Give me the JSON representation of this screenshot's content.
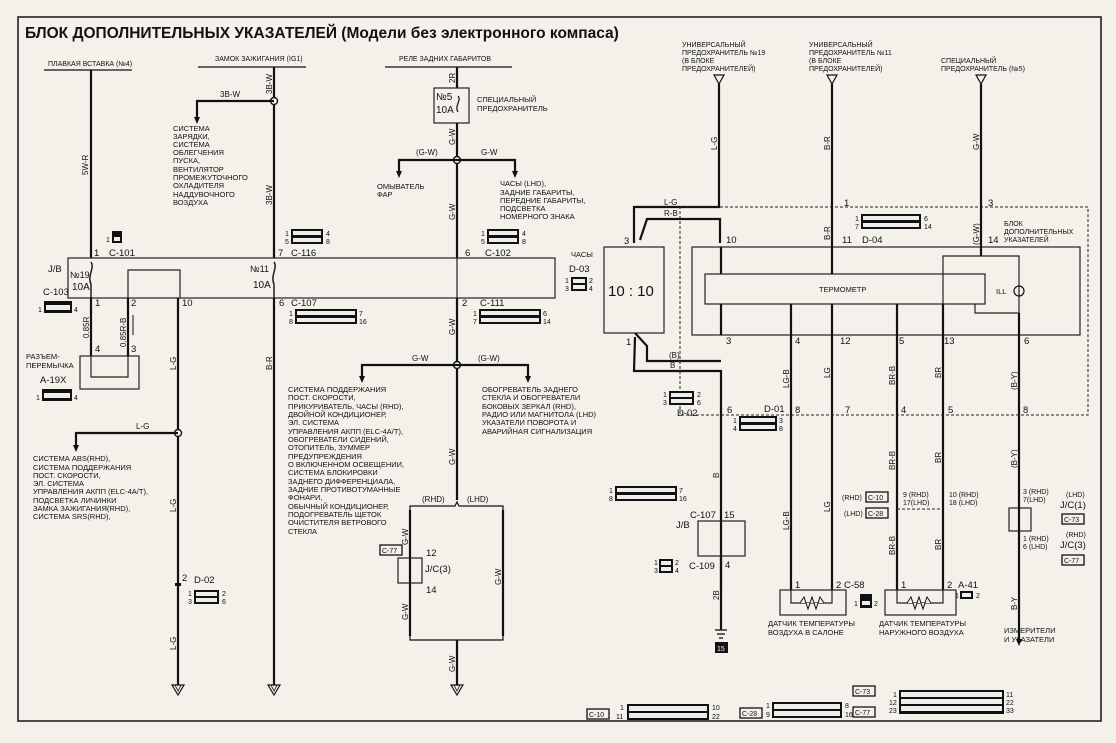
{
  "title": "БЛОК ДОПОЛНИТЕЛЬНЫХ УКАЗАТЕЛЕЙ (Модели без электронного компаса)",
  "sources": {
    "fusible_link": "ПЛАВКАЯ ВСТАВКА (№4)",
    "ignition_switch": "ЗАМОК ЗАЖИГАНИЯ (IG1)",
    "tail_relay": "РЕЛЕ ЗАДНИХ ГАБАРИТОВ",
    "fuse19": [
      "УНИВЕРСАЛЬНЫЙ",
      "ПРЕДОХРАНИТЕЛЬ №19",
      "(В БЛОКЕ",
      "ПРЕДОХРАНИТЕЛЕЙ)"
    ],
    "fuse11": [
      "УНИВЕРСАЛЬНЫЙ",
      "ПРЕДОХРАНИТЕЛЬ №11",
      "(В БЛОКЕ",
      "ПРЕДОХРАНИТЕЛЕЙ)"
    ],
    "special_fuse5": [
      "СПЕЦИАЛЬНЫЙ",
      "ПРЕДОХРАНИТЕЛЬ (№5)"
    ]
  },
  "wires": {
    "w5wr": "5W-R",
    "w3bw_a": "3B-W",
    "w3bw_b": "3B-W",
    "w3bw_c": "3B-W",
    "w2r": "2R",
    "gw_1": "G-W",
    "gw_2": "(G-W)",
    "gw_3": "G-W",
    "gw_4": "G-W",
    "gw_5": "G-W",
    "gw_6": "(G-W)",
    "gw_7": "G-W",
    "gw_8": "G-W",
    "gw_9": "G-W",
    "gw_10": "G-W",
    "gw_11": "G-W",
    "w085r": "0.85R",
    "w085rb": "0.85R-B",
    "lg_1": "L-G",
    "lg_2": "L-G",
    "lg_3": "L-G",
    "lg_4": "L-G",
    "br_1": "B-R",
    "lg_top": "L-G",
    "rb_top": "R-B",
    "b_paren": "(B)",
    "b": "B",
    "b2": "B",
    "w2b": "2B",
    "br_top": "B-R",
    "gw_paren": "(G-W)",
    "lgb_1": "LG-B",
    "lgb_2": "LG-B",
    "lg_s1": "LG",
    "lg_s2": "LG",
    "brb_1": "BR-B",
    "brb_2": "BR-B",
    "br_s1": "BR",
    "br_s2": "BR",
    "by_1": "(B-Y)",
    "by_2": "(B-Y)",
    "by_3": "B-Y",
    "rhd": "(RHD)",
    "lhd": "(LHD)"
  },
  "connectors": {
    "c101": "C-101",
    "c116": "C-116",
    "c102": "C-102",
    "c103": "C-103",
    "c107": "C-107",
    "c111": "C-111",
    "a19x": "A-19X",
    "d02": "D-02",
    "d02b": "D-02",
    "d03": "D-03",
    "d04": "D-04",
    "d01": "D-01",
    "c107b": "C-107",
    "c109": "C-109",
    "c58": "C-58",
    "a41": "A-41",
    "c10": "C-10",
    "c28": "C-28",
    "c77": "C-77",
    "c73": "C-73",
    "c77b": "C-77",
    "jb1": "J/B",
    "jb2": "J/B",
    "jc3": "J/C(3)",
    "jc1": "J/C(1)",
    "jc3b": "J/C(3)",
    "ground": "15"
  },
  "fuses": {
    "f19": "№19",
    "f19a": "10A",
    "f11": "№11",
    "f11a": "10A",
    "f5": "№5",
    "f5a": "10A"
  },
  "components": {
    "special_fuse_label": [
      "СПЕЦИАЛЬНЫЙ",
      "ПРЕДОХРАНИТЕЛЬ"
    ],
    "jumper_label": [
      "РАЗЪЕМ-",
      "ПЕРЕМЫЧКА"
    ],
    "clock_label": "ЧАСЫ",
    "clock_display": "10 : 10",
    "thermometer": "ТЕРМОМЕТР",
    "ill": "ILL",
    "unit_label": [
      "БЛОК",
      "ДОПОЛНИТЕЛЬНЫХ",
      "УКАЗАТЕЛЕЙ"
    ],
    "cabin_sensor": [
      "ДАТЧИК ТЕМПЕРАТУРЫ",
      "ВОЗДУХА В САЛОНЕ"
    ],
    "outside_sensor": [
      "ДАТЧИК ТЕМПЕРАТУРЫ",
      "НАРУЖНОГО ВОЗДУХА"
    ],
    "gauges": [
      "ИЗМЕРИТЕЛИ",
      "И УКАЗАТЕЛИ"
    ]
  },
  "destinations": {
    "ign_branch": [
      "СИСТЕМА",
      "ЗАРЯДКИ,",
      "СИСТЕМА",
      "ОБЛЕГЧЕНИЯ",
      "ПУСКА,",
      "ВЕНТИЛЯТОР",
      "ПРОМЕЖУТОЧНОГО",
      "ОХЛАДИТЕЛЯ",
      "НАДДУВОЧНОГО",
      "ВОЗДУХА"
    ],
    "washer": [
      "ОМЫВАТЕЛЬ",
      "ФАР"
    ],
    "tail_branch": [
      "ЧАСЫ (LHD),",
      "ЗАДНИЕ ГАБАРИТЫ,",
      "ПЕРЕДНИЕ ГАБАРИТЫ,",
      "ПОДСВЕТКА",
      "НОМЕРНОГО ЗНАКА"
    ],
    "lg_branch": [
      "СИСТЕМА ABS(RHD),",
      "СИСТЕМА ПОДДЕРЖАНИЯ",
      "ПОСТ. СКОРОСТИ,",
      "ЭЛ. СИСТЕМА",
      "УПРАВЛЕНИЯ АКПП (ELC-4A/T),",
      "ПОДСВЕТКА ЛИЧИНКИ",
      "ЗАМКА ЗАЖИГАНИЯ(RHD),",
      "СИСТЕМА SRS(RHD),"
    ],
    "gw_left": [
      "СИСТЕМА ПОДДЕРЖАНИЯ",
      "ПОСТ. СКОРОСТИ,",
      "ПРИКУРИВАТЕЛЬ, ЧАСЫ (RHD),",
      "ДВОЙНОЙ КОНДИЦИОНЕР,",
      "ЭЛ. СИСТЕМА",
      "УПРАВЛЕНИЯ АКПП (ELC-4A/T),",
      "ОБОГРЕВАТЕЛИ СИДЕНИЙ,",
      "ОТОПИТЕЛЬ, ЗУММЕР",
      "ПРЕДУПРЕЖДЕНИЯ",
      "О ВКЛЮЧЕННОМ ОСВЕЩЕНИИ,",
      "СИСТЕМА БЛОКИРОВКИ",
      "ЗАДНЕГО ДИФФЕРЕНЦИАЛА,",
      "ЗАДНИЕ ПРОТИВОТУМАННЫЕ",
      "ФОНАРИ,",
      "ОБЫЧНЫЙ КОНДИЦИОНЕР,",
      "ПОДОГРЕВАТЕЛЬ ЩЕТОК",
      "ОЧИСТИТЕЛЯ ВЕТРОВОГО",
      "СТЕКЛА"
    ],
    "gw_right": [
      "ОБОГРЕВАТЕЛЬ ЗАДНЕГО",
      "СТЕКЛА И ОБОГРЕВАТЕЛИ",
      "БОКОВЫХ ЗЕРКАЛ (RHD),",
      "РАДИО ИЛИ МАГНИТОЛА (LHD)",
      "УКАЗАТЕЛИ ПОВОРОТА И",
      "АВАРИЙНАЯ СИГНАЛИЗАЦИЯ"
    ]
  },
  "pins": {
    "p1": "1",
    "p7": "7",
    "p6": "6",
    "p1b": "1",
    "p2": "2",
    "p10": "10",
    "p6b": "6",
    "p2b": "2",
    "p4": "4",
    "p3": "3",
    "p2c": "2",
    "p12": "12",
    "p14": "14",
    "clk3": "3",
    "clk1": "1",
    "u10": "10",
    "u11": "11",
    "u14": "14",
    "u1": "1",
    "u3": "3",
    "b3": "3",
    "b4": "4",
    "b12": "12",
    "b5": "5",
    "b13": "13",
    "b6": "6",
    "d6": "6",
    "d8": "8",
    "d7": "7",
    "d4": "4",
    "d5": "5",
    "d8b": "8",
    "j15": "15",
    "j4": "4",
    "s1": "1",
    "s2": "2",
    "o1": "1",
    "o2": "2",
    "rhd9": "9 (RHD)",
    "lhd17": "17(LHD)",
    "rhd10": "10 (RHD)",
    "lhd18": "18 (LHD)",
    "rhd3": "3 (RHD)",
    "lhd7": "7(LHD)",
    "rhd1": "1 (RHD)",
    "lhd6": "6 (LHD)",
    "rhdc10": "(RHD)",
    "lhdc28": "(LHD)",
    "lhdjc1": "(LHD)",
    "rhdjc3": "(RHD)"
  },
  "connector_pin_ranges": {
    "c101": [
      "1"
    ],
    "c116": [
      "1",
      "5",
      "4",
      "8"
    ],
    "c102": [
      "1",
      "5",
      "4",
      "8"
    ],
    "c103": [
      "1",
      "4"
    ],
    "a19x": [
      "1",
      "4"
    ],
    "c107": [
      "1",
      "8",
      "7",
      "16"
    ],
    "c111": [
      "1",
      "7",
      "6",
      "14"
    ],
    "d02": [
      "1",
      "3",
      "2",
      "6"
    ],
    "d03": [
      "1",
      "3",
      "2",
      "4"
    ],
    "d04": [
      "1",
      "7",
      "6",
      "14"
    ],
    "d01": [
      "1",
      "4",
      "3",
      "8"
    ],
    "c107b": [
      "1",
      "8",
      "7",
      "16"
    ],
    "c109": [
      "1",
      "3",
      "2",
      "4"
    ],
    "c58": [
      "1",
      "2"
    ],
    "a41": [
      "1",
      "2"
    ],
    "bottom_c10": [
      "1",
      "11",
      "10",
      "22"
    ],
    "bottom_c28": [
      "1",
      "9",
      "8",
      "16"
    ],
    "bottom_big": [
      "1",
      "12",
      "23",
      "11",
      "22",
      "33"
    ]
  },
  "legend": {
    "c10": "C-10",
    "c28": "C-28",
    "c73": "C-73",
    "c77": "C-77"
  }
}
